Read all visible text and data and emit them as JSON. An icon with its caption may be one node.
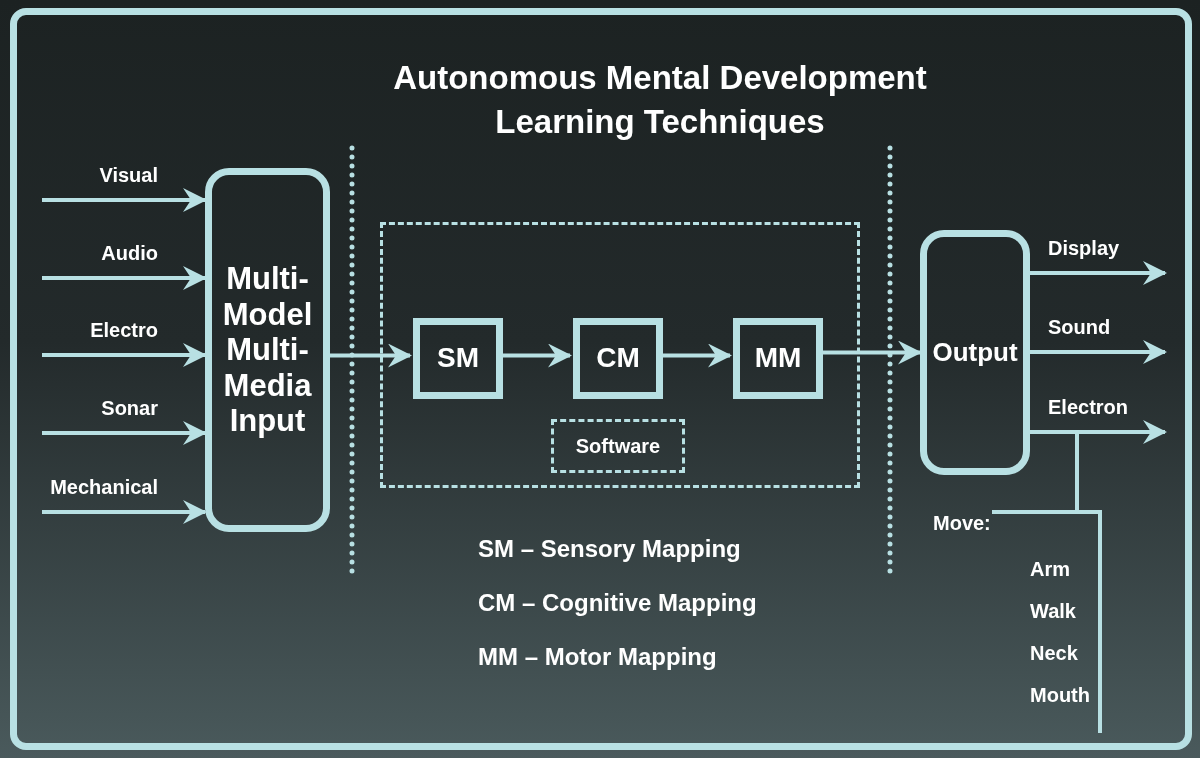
{
  "diagram": {
    "title": "Autonomous Mental Development Learning Techniques",
    "nodes": [
      {
        "text": [
          "Multi-Model Multi-Media Input"
        ]
      },
      {
        "text": [],
        "shape": "box"
      },
      {
        "text": [
          "SM"
        ],
        "in": 1
      },
      {
        "text": [
          "CM"
        ],
        "in": 1
      },
      {
        "text": [
          "MM"
        ],
        "in": 1
      },
      {
        "text": [
          "Software"
        ],
        "in": 1
      },
      {
        "text": [
          "Output"
        ]
      }
    ],
    "edges": [
      {
        "from": null,
        "to": 0,
        "arrow": "to",
        "label": "Visual"
      },
      {
        "from": null,
        "to": 0,
        "arrow": "to",
        "label": "Audio"
      },
      {
        "from": null,
        "to": 0,
        "arrow": "to",
        "label": "Electro"
      },
      {
        "from": null,
        "to": 0,
        "arrow": "to",
        "label": "Sonar"
      },
      {
        "from": null,
        "to": 0,
        "arrow": "to",
        "label": "Mechanical"
      },
      {
        "from": 0,
        "to": 2,
        "arrow": "to"
      },
      {
        "from": 2,
        "to": 3,
        "arrow": "to"
      },
      {
        "from": 3,
        "to": 4,
        "arrow": "to"
      },
      {
        "from": 4,
        "to": 6,
        "arrow": "to"
      },
      {
        "from": 6,
        "to": null,
        "arrow": "to",
        "label": "Display"
      },
      {
        "from": 6,
        "to": null,
        "arrow": "to",
        "label": "Sound"
      },
      {
        "from": 6,
        "to": null,
        "arrow": "to",
        "label": "Electron"
      }
    ],
    "labels": [
      "SM – Sensory Mapping",
      "CM – Cognitive Mapping",
      "MM – Motor Mapping",
      "Move:",
      "Arm",
      "Walk",
      "Neck",
      "Mouth"
    ]
  }
}
